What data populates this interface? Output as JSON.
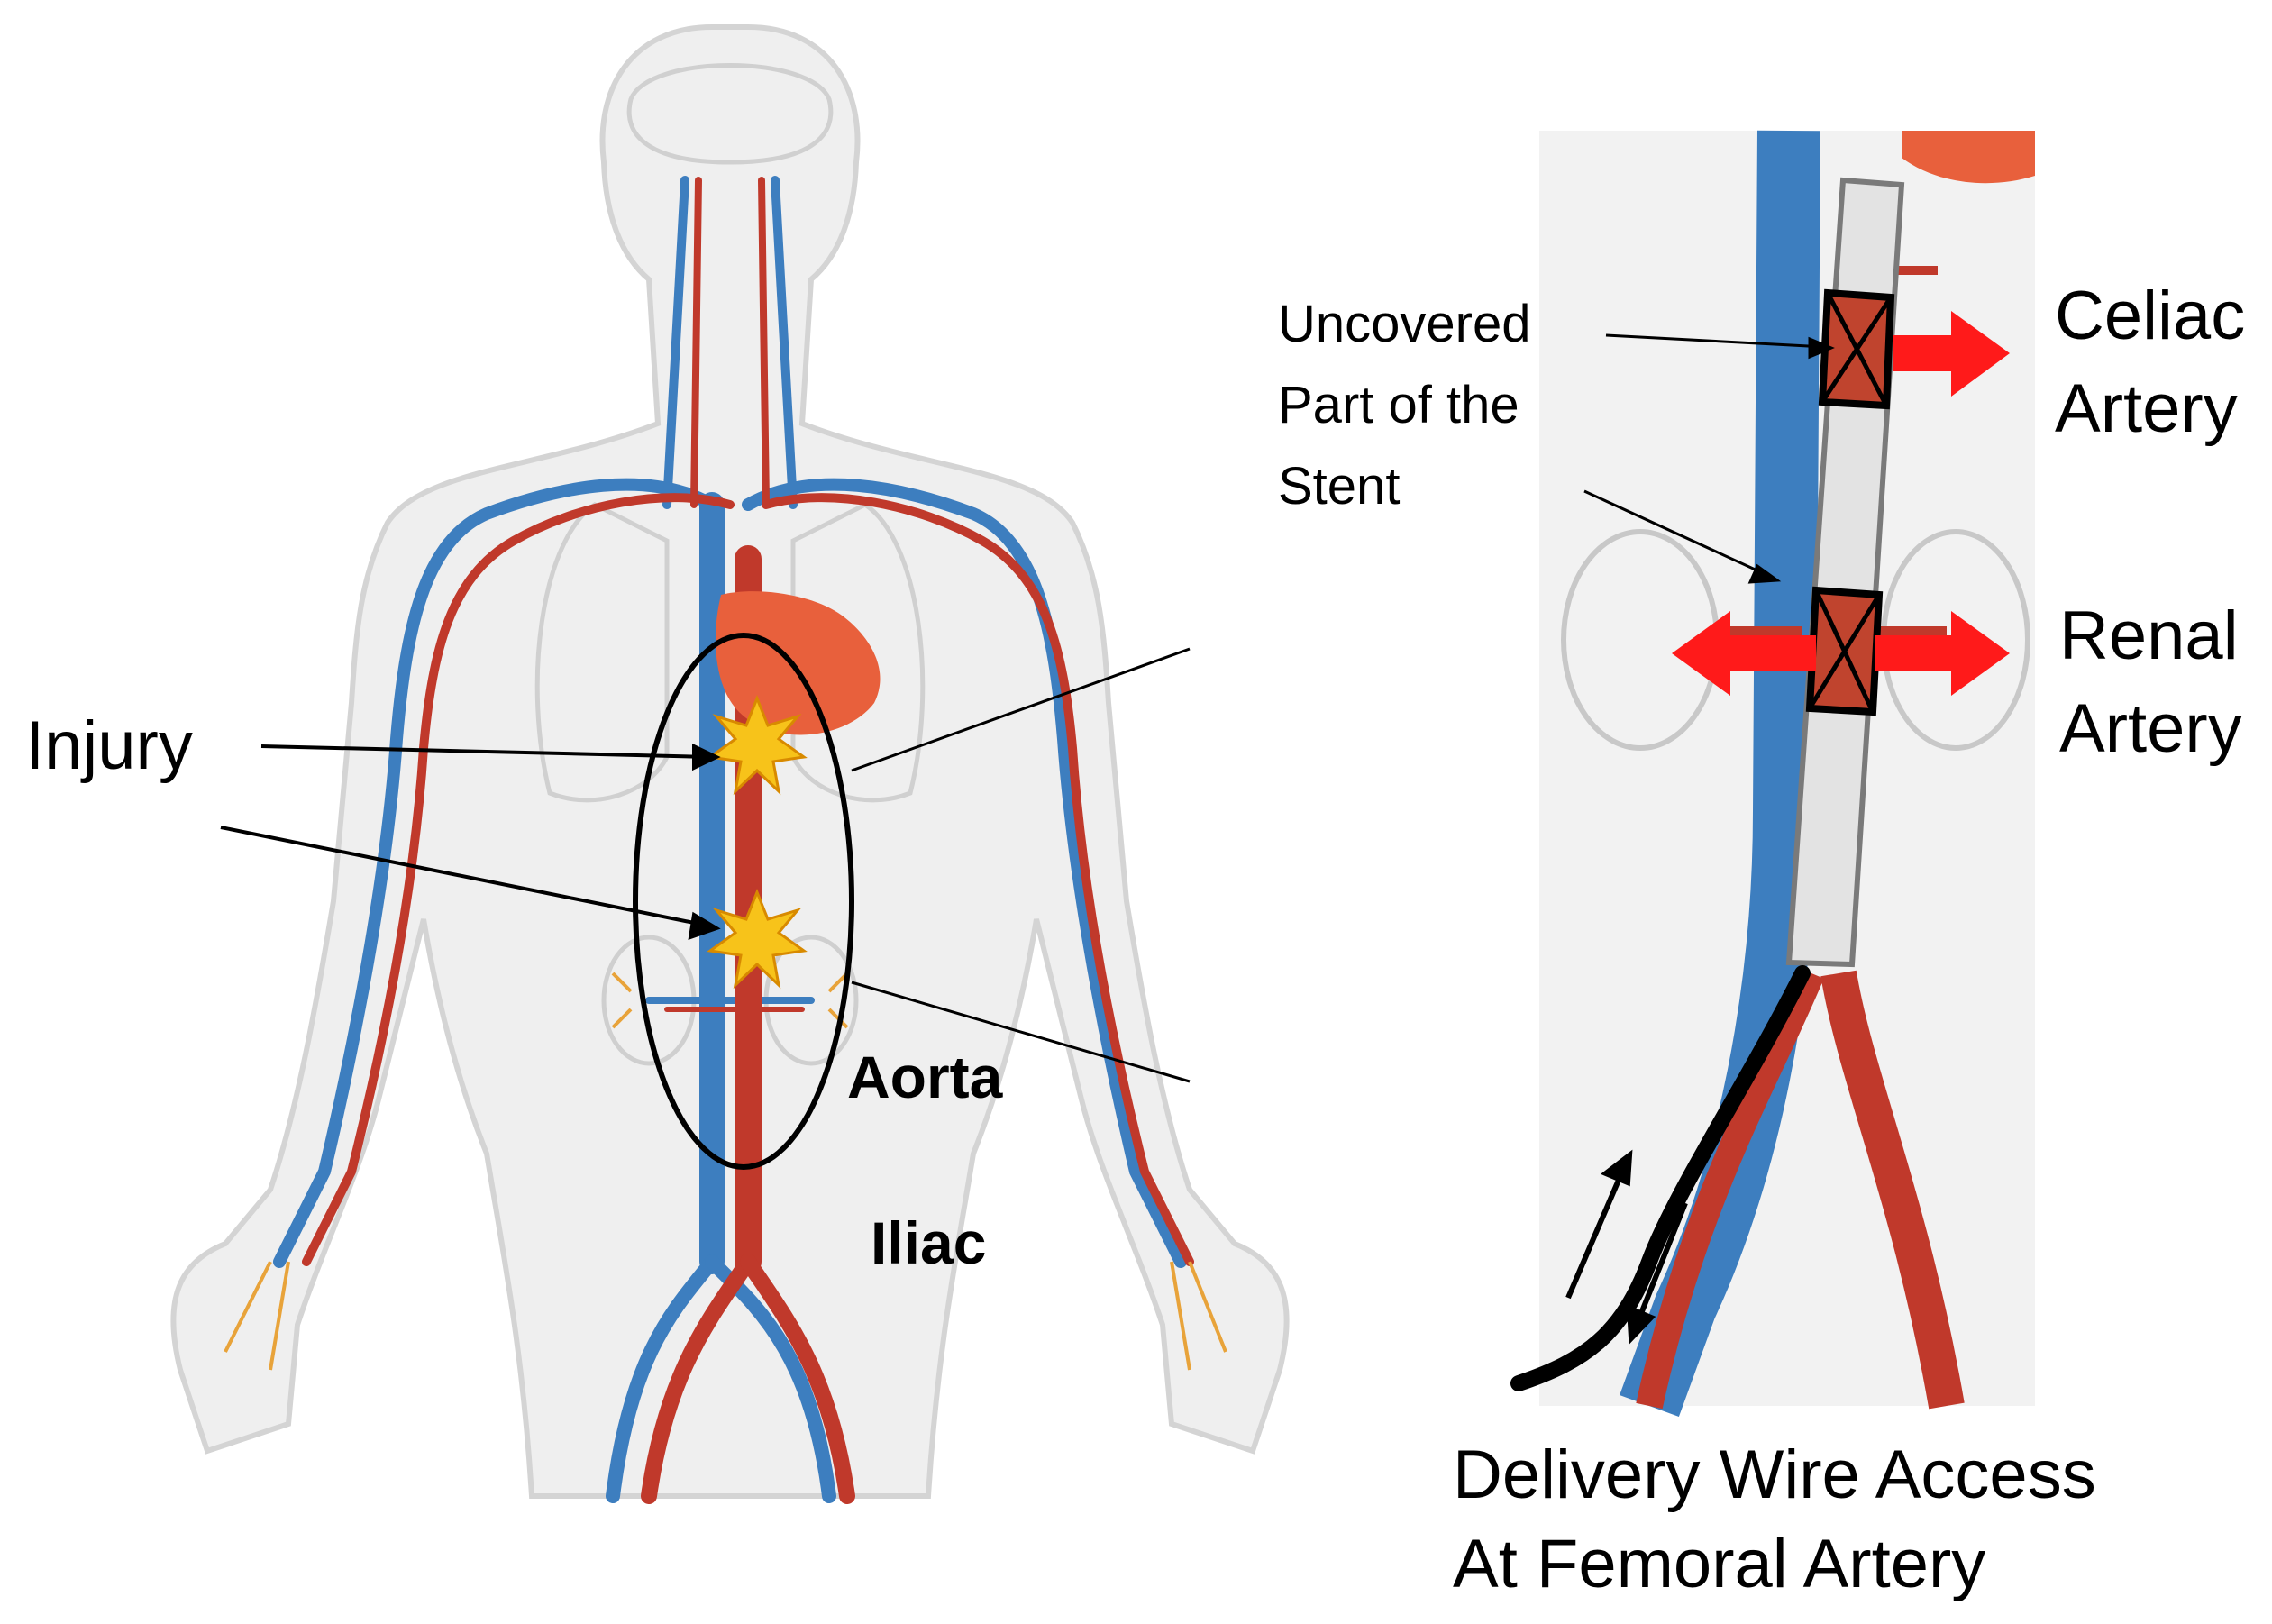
{
  "labels": {
    "injury": "Injury",
    "aorta": "Aorta",
    "iliac": "Iliac",
    "uncovered_stent": "Uncovered Part of the Stent",
    "celiac_artery": "Celiac Artery",
    "renal_artery": "Renal Artery",
    "delivery_wire": "Delivery Wire Access At Femoral Artery"
  },
  "colors": {
    "artery": "#c0392b",
    "vein": "#3d7ebf",
    "capillary": "#e8a33a",
    "body_fill": "#efefef",
    "body_outline": "#d4d4d4",
    "heart": "#e8603c",
    "injury_star": "#f7c31a",
    "flow_arrow": "#ff1a1a",
    "stent": "#e6e6e6",
    "stent_band": "#c0442e"
  }
}
